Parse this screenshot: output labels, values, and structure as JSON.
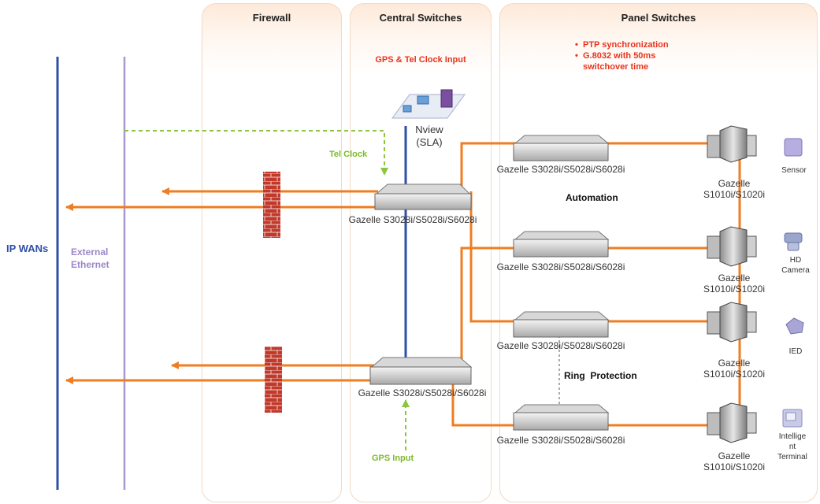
{
  "zones": {
    "firewall": "Firewall",
    "central": "Central Switches",
    "panel": "Panel Switches"
  },
  "left_labels": {
    "ip_wans": "IP WANs",
    "external_ethernet": "External Ethernet"
  },
  "central": {
    "gps_tel_clock": "GPS & Tel Clock Input",
    "nview": "Nview",
    "sla": "(SLA)",
    "tel_clock": "Tel Clock",
    "gps_input": "GPS Input",
    "switch_top": "Gazelle S3028i/S5028i/S6028i",
    "switch_bottom": "Gazelle S3028i/S5028i/S6028i"
  },
  "panel": {
    "notes": [
      "PTP synchronization",
      "G.8032 with 50ms switchover time"
    ],
    "automation": "Automation",
    "ring_protection": "Ring  Protection",
    "switches": [
      "Gazelle S3028i/S5028i/S6028i",
      "Gazelle S3028i/S5028i/S6028i",
      "Gazelle S3028i/S5028i/S6028i",
      "Gazelle S3028i/S5028i/S6028i"
    ],
    "edge_devices": [
      {
        "line1": "Gazelle",
        "line2": "S1010i/S1020i"
      },
      {
        "line1": "Gazelle",
        "line2": "S1010i/S1020i"
      },
      {
        "line1": "Gazelle",
        "line2": "S1010i/S1020i"
      },
      {
        "line1": "Gazelle",
        "line2": "S1010i/S1020i"
      }
    ],
    "endpoints": [
      {
        "lines": [
          "Sensor"
        ],
        "icon": "sensor-icon"
      },
      {
        "lines": [
          "HD",
          "Camera"
        ],
        "icon": "camera-icon"
      },
      {
        "lines": [
          "IED"
        ],
        "icon": "ied-icon"
      },
      {
        "lines": [
          "Intellige",
          "nt",
          "Terminal"
        ],
        "icon": "terminal-icon"
      }
    ]
  },
  "colors": {
    "orange": "#ef7d22",
    "blue": "#2e4fa8",
    "purple": "#a898d0",
    "green": "#8cc63f",
    "red": "#e8331c",
    "brick": "#c0392b"
  }
}
